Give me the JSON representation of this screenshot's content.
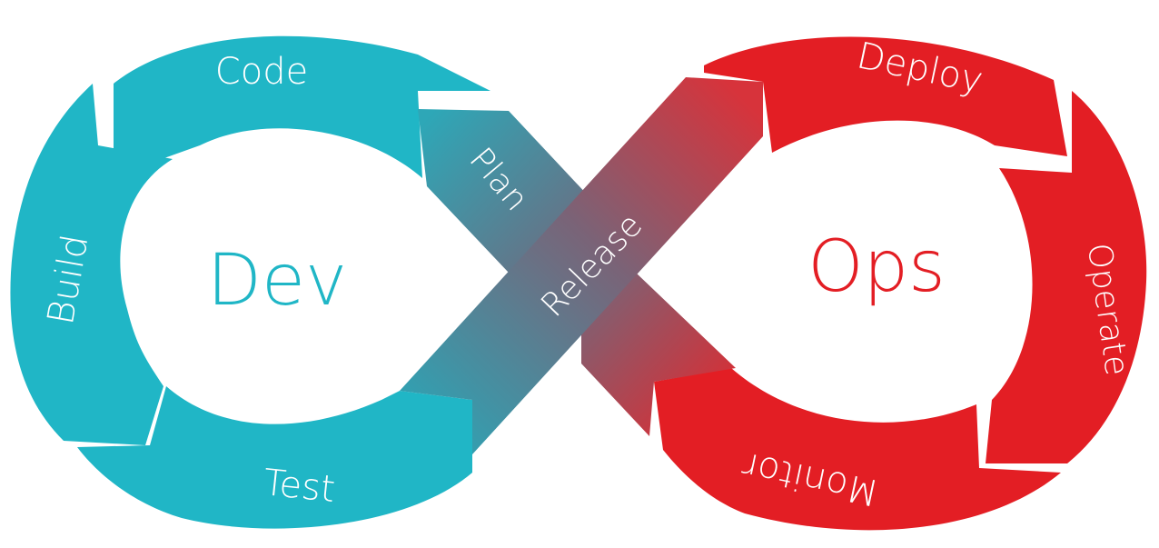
{
  "diagram": {
    "dev": {
      "title": "Dev",
      "color": "#20b6c6",
      "stages": {
        "plan": "Plan",
        "code": "Code",
        "build": "Build",
        "test": "Test"
      }
    },
    "ops": {
      "title": "Ops",
      "color": "#e31e24",
      "stages": {
        "deploy": "Deploy",
        "operate": "Operate",
        "monitor": "Monitor"
      }
    },
    "release": "Release",
    "colors": {
      "teal": "#20b6c6",
      "red": "#e31e24",
      "band_teal": "#3a9ead",
      "band_red": "#c0393f"
    }
  }
}
